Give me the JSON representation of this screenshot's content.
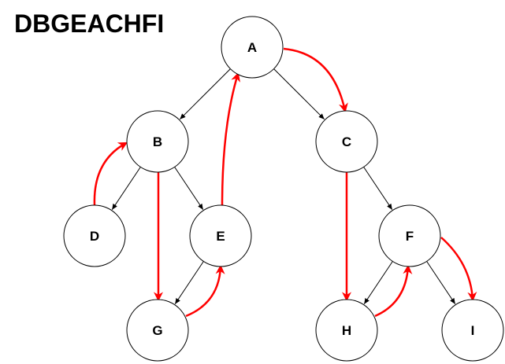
{
  "title": "DBGEACHFI",
  "colors": {
    "tree_edge": "#000000",
    "traversal_edge": "#ff0000",
    "node_fill": "#ffffff",
    "node_stroke": "#000000"
  },
  "nodes": [
    {
      "id": "A",
      "label": "A"
    },
    {
      "id": "B",
      "label": "B"
    },
    {
      "id": "C",
      "label": "C"
    },
    {
      "id": "D",
      "label": "D"
    },
    {
      "id": "E",
      "label": "E"
    },
    {
      "id": "F",
      "label": "F"
    },
    {
      "id": "G",
      "label": "G"
    },
    {
      "id": "H",
      "label": "H"
    },
    {
      "id": "I",
      "label": "I"
    }
  ],
  "tree_edges": [
    {
      "from": "A",
      "to": "B"
    },
    {
      "from": "A",
      "to": "C"
    },
    {
      "from": "B",
      "to": "D"
    },
    {
      "from": "B",
      "to": "E"
    },
    {
      "from": "E",
      "to": "G"
    },
    {
      "from": "C",
      "to": "F"
    },
    {
      "from": "F",
      "to": "H"
    },
    {
      "from": "F",
      "to": "I"
    }
  ],
  "traversal_edges": [
    {
      "from": "D",
      "to": "B"
    },
    {
      "from": "B",
      "to": "G"
    },
    {
      "from": "G",
      "to": "E"
    },
    {
      "from": "E",
      "to": "A"
    },
    {
      "from": "A",
      "to": "C"
    },
    {
      "from": "C",
      "to": "H"
    },
    {
      "from": "H",
      "to": "F"
    },
    {
      "from": "F",
      "to": "I"
    }
  ]
}
